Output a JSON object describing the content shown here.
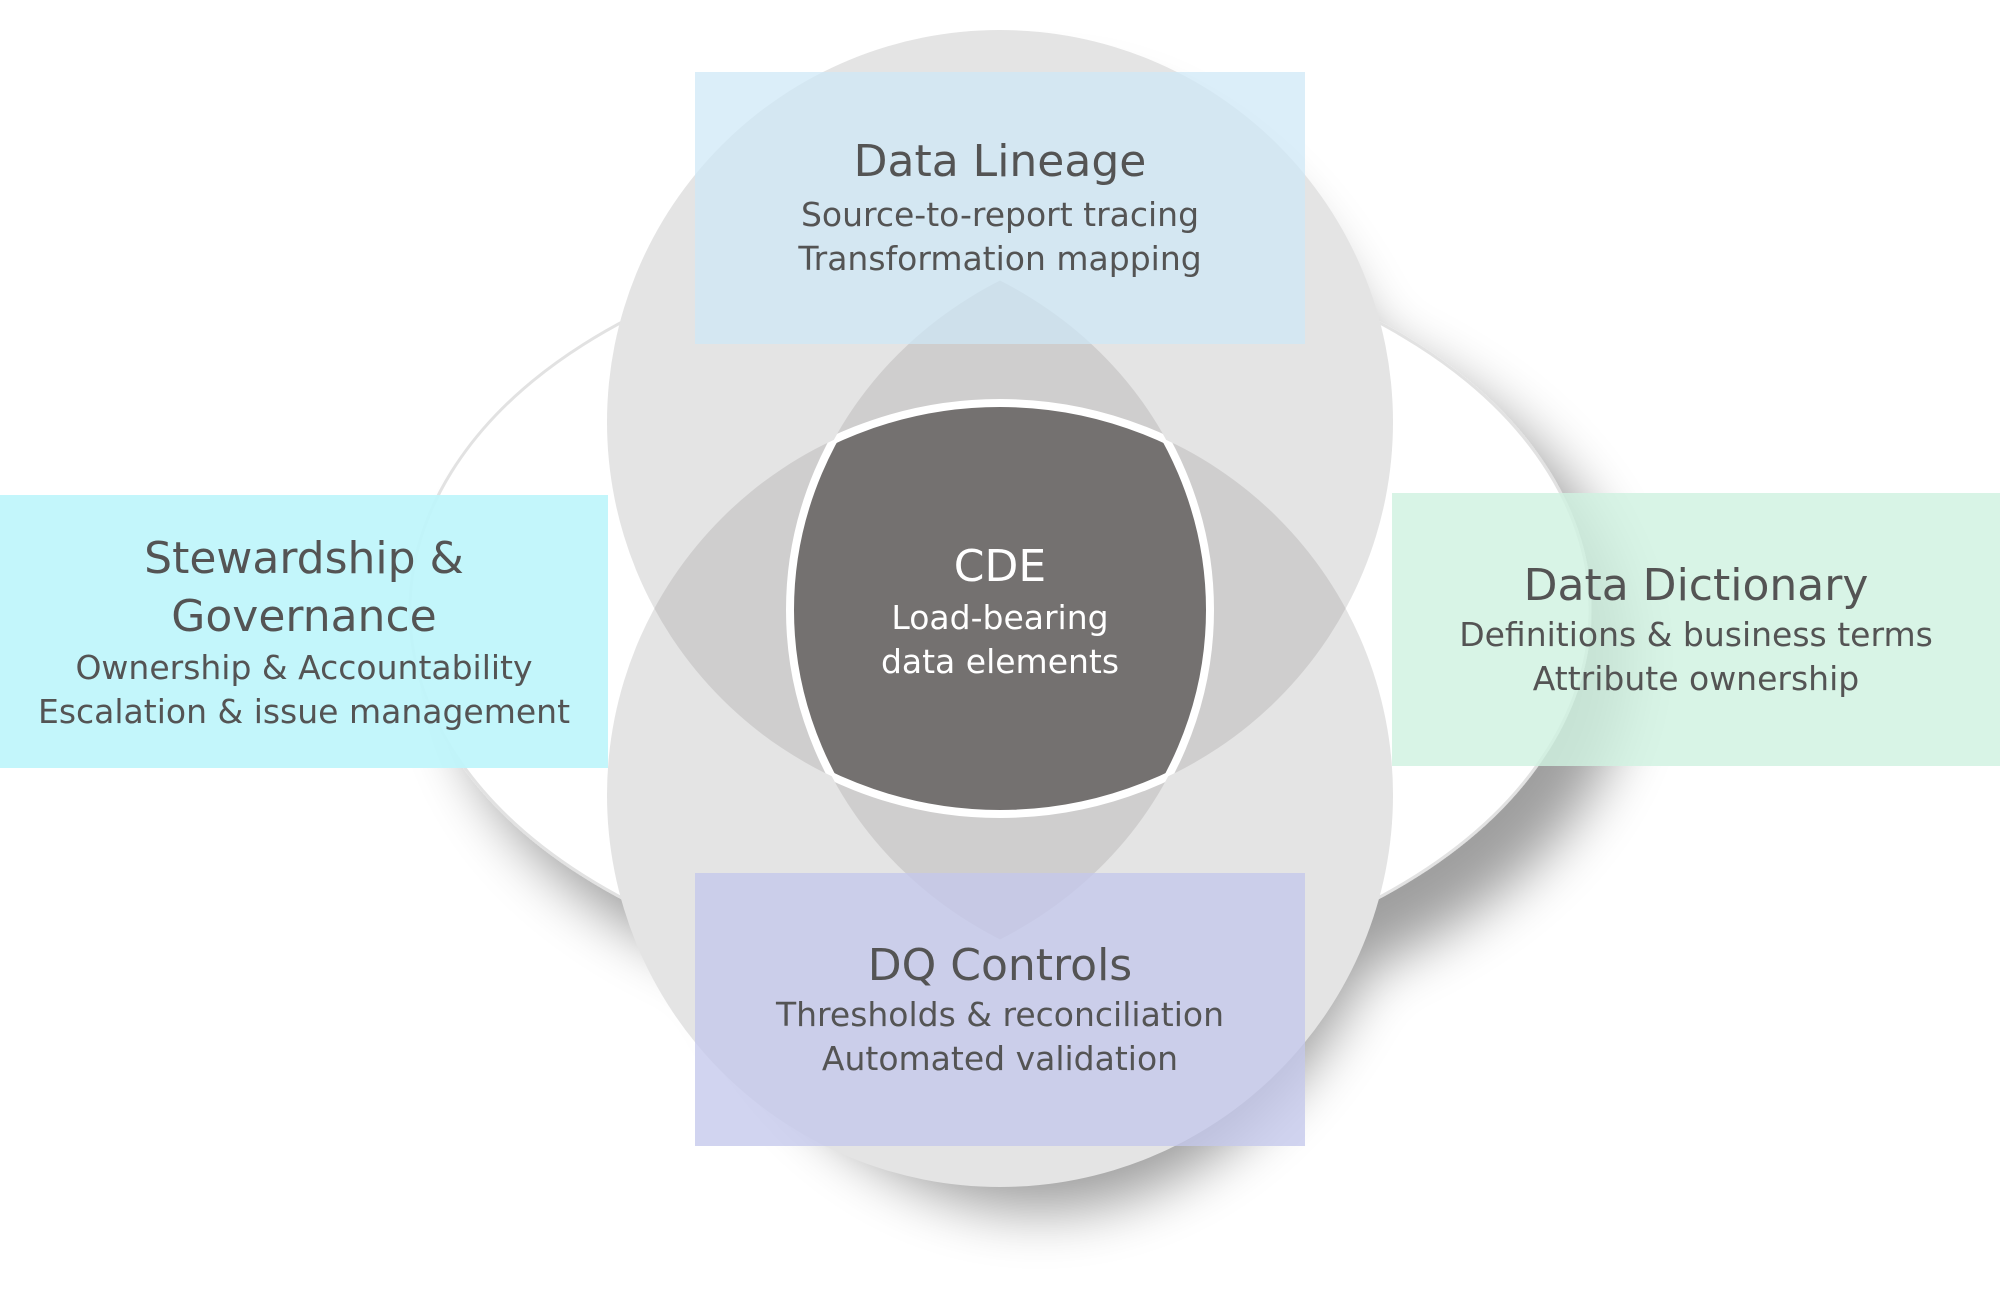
{
  "diagram": {
    "center": {
      "title": "CDE",
      "lines": [
        "Load-bearing",
        "data elements"
      ],
      "color": "#747170"
    },
    "petals": [
      {
        "id": "lineage",
        "title": "Data Lineage",
        "lines": [
          "Source-to-report tracing",
          "Transformation mapping"
        ],
        "color": "#D9ECF7"
      },
      {
        "id": "stewardship",
        "title_lines": [
          "Stewardship &",
          "Governance"
        ],
        "lines": [
          "Ownership & Accountability",
          "Escalation & issue management"
        ],
        "color": "#C4F4FA"
      },
      {
        "id": "dictionary",
        "title": "Data Dictionary",
        "lines": [
          "Definitions & business terms",
          "Attribute ownership"
        ],
        "color": "#D8F3E5"
      },
      {
        "id": "dq",
        "title": "DQ Controls",
        "lines": [
          "Thresholds & reconciliation",
          "Automated validation"
        ],
        "color": "#CFD2EE"
      }
    ],
    "colors": {
      "petal_gray": "#E4E4E4",
      "overlap_gray": "#CFCECE",
      "outline": "#E2E2E2",
      "text": "#545454"
    }
  }
}
